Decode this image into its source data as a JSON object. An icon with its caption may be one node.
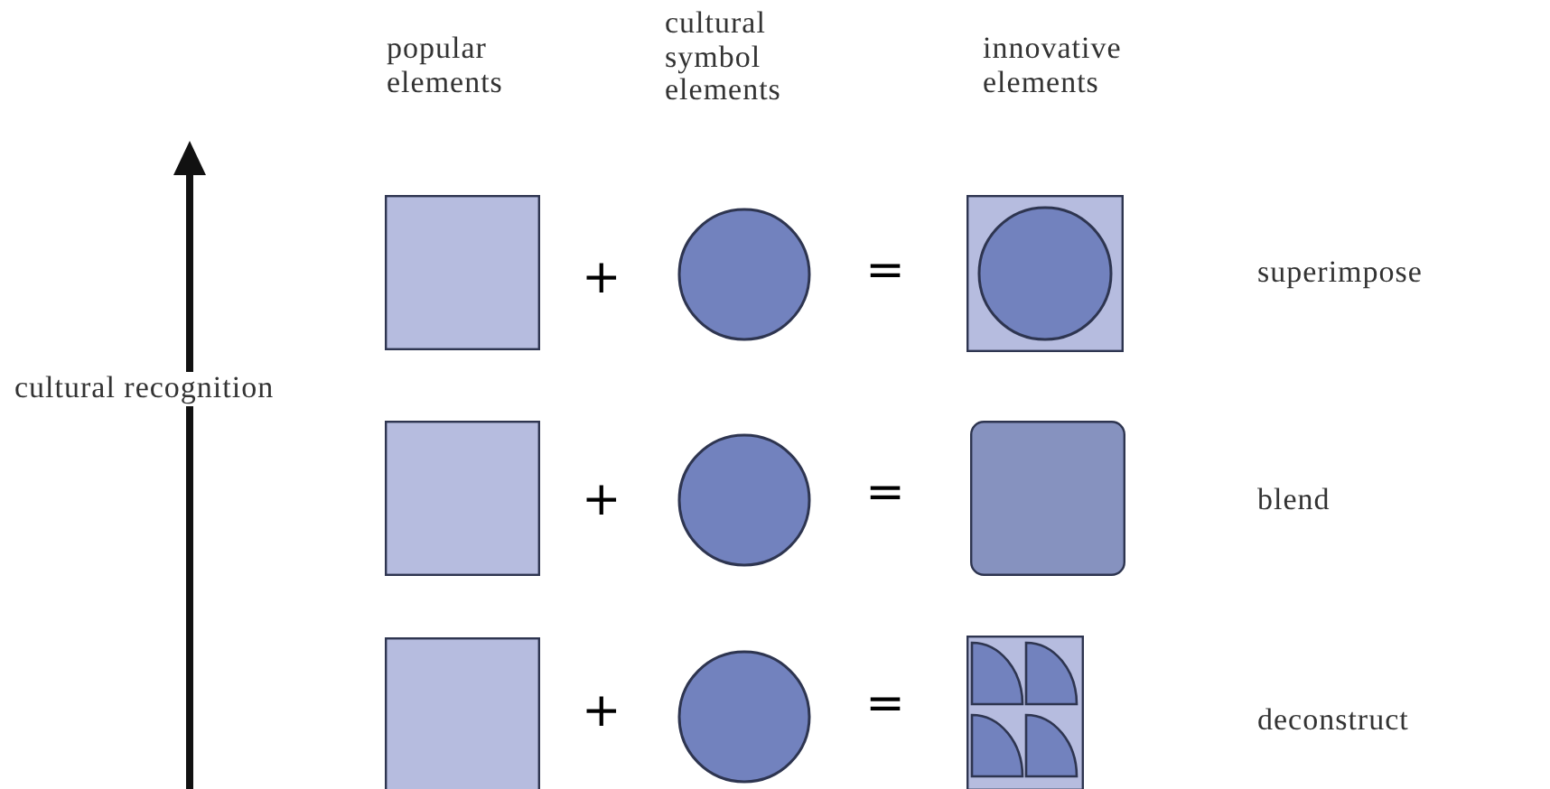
{
  "diagram": {
    "nodes": [
      {
        "text": [],
        "shape": "box"
      },
      {
        "text": [],
        "shape": "circle"
      },
      {
        "text": [],
        "shape": "picture"
      },
      {
        "text": [],
        "shape": "box"
      },
      {
        "text": [],
        "shape": "circle"
      },
      {
        "text": [],
        "shape": "box"
      },
      {
        "text": [],
        "shape": "box"
      },
      {
        "text": [],
        "shape": "circle"
      },
      {
        "text": [],
        "shape": "picture"
      }
    ],
    "labels": [
      "popular elements",
      "cultural symbol elements",
      "innovative elements",
      "+",
      "=",
      "superimpose",
      "cultural recognition",
      "+",
      "=",
      "blend",
      "+",
      "=",
      "deconstruct"
    ]
  }
}
